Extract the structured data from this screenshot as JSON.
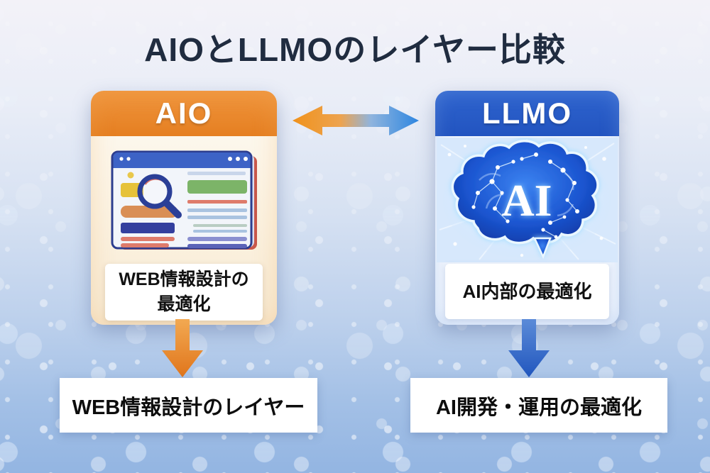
{
  "title": "AIOとLLMOのレイヤー比較",
  "aio": {
    "name": "AIO",
    "optimization_label": "WEB情報設計の\n最適化",
    "layer_label": "WEB情報設計のレイヤー",
    "accent_color": "#E8831F"
  },
  "llmo": {
    "name": "LLMO",
    "brain_text": "AI",
    "optimization_label": "AI内部の最適化",
    "layer_label": "AI開発・運用の最適化",
    "accent_color": "#2A5FC8"
  },
  "icons": {
    "bidirectional_arrow_colors": [
      "#F0921C",
      "#2E86E0"
    ],
    "aio_down_arrow_color": "#E0751B",
    "llmo_down_arrow_color": "#2156BE"
  }
}
